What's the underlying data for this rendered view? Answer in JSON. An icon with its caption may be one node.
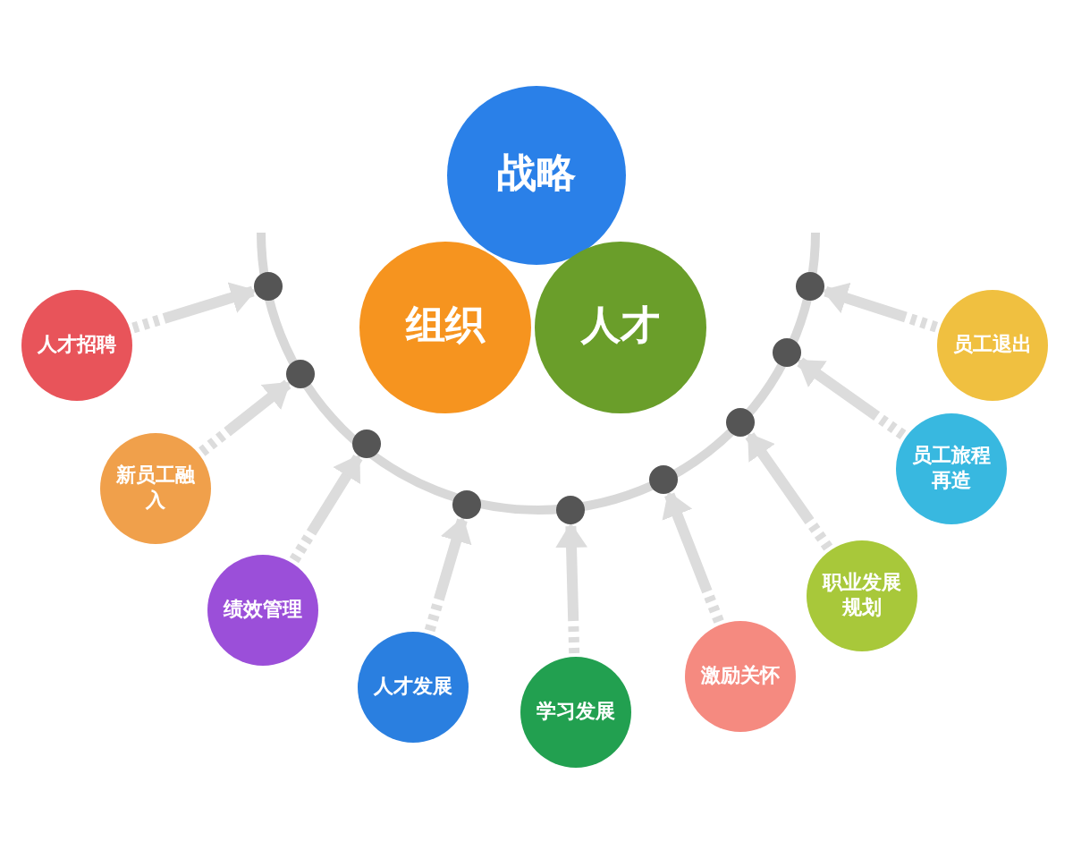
{
  "diagram": {
    "nodes": [
      {
        "text": [
          "战略"
        ]
      },
      {
        "text": [
          "组织"
        ]
      },
      {
        "text": [
          "人才"
        ]
      },
      {
        "text": [
          "人才招聘"
        ]
      },
      {
        "text": [
          "新员工融入"
        ]
      },
      {
        "text": [
          "绩效管理"
        ]
      },
      {
        "text": [
          "人才发展"
        ]
      },
      {
        "text": [
          "学习发展"
        ]
      },
      {
        "text": [
          "激励关怀"
        ]
      },
      {
        "text": [
          "职业发展规划"
        ]
      },
      {
        "text": [
          "员工旅程再造"
        ]
      },
      {
        "text": [
          "员工退出"
        ]
      },
      {
        "text": [],
        "shape": "circle"
      },
      {
        "text": [],
        "shape": "circle"
      },
      {
        "text": [],
        "shape": "circle"
      },
      {
        "text": [],
        "shape": "circle"
      },
      {
        "text": [],
        "shape": "circle"
      },
      {
        "text": [],
        "shape": "circle"
      },
      {
        "text": [],
        "shape": "circle"
      },
      {
        "text": [],
        "shape": "circle"
      },
      {
        "text": [],
        "shape": "circle"
      }
    ],
    "edges": [
      {
        "from": 3,
        "to": 12,
        "arrow": "to"
      },
      {
        "from": 4,
        "to": 13,
        "arrow": "to"
      },
      {
        "from": 5,
        "to": 14,
        "arrow": "to"
      },
      {
        "from": 6,
        "to": 15,
        "arrow": "to"
      },
      {
        "from": 7,
        "to": 16,
        "arrow": "to"
      },
      {
        "from": 8,
        "to": 17,
        "arrow": "to"
      },
      {
        "from": 9,
        "to": 18,
        "arrow": "to"
      },
      {
        "from": 10,
        "to": 19,
        "arrow": "to"
      },
      {
        "from": 11,
        "to": 20,
        "arrow": "to"
      }
    ]
  }
}
